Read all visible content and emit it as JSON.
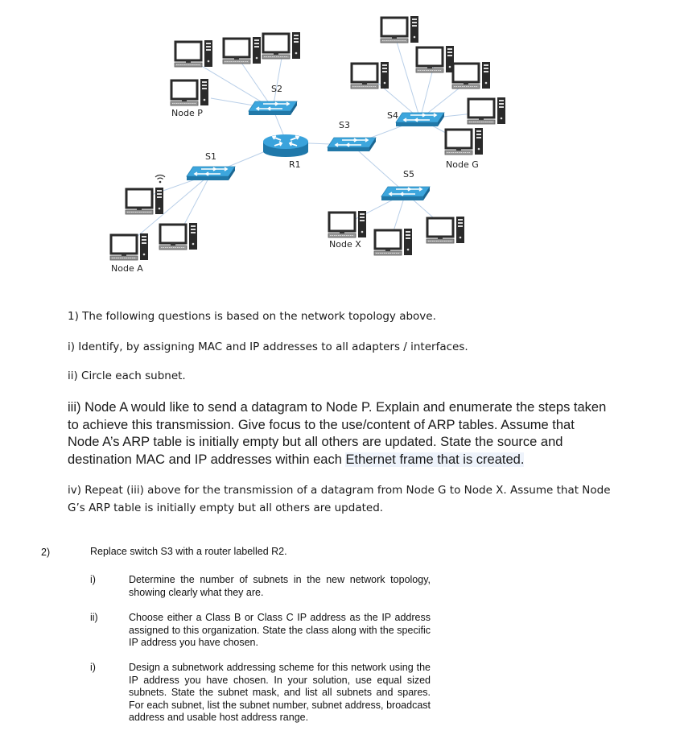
{
  "diagram": {
    "labels": {
      "s1": "S1",
      "s2": "S2",
      "s3": "S3",
      "s4": "S4",
      "s5": "S5",
      "r1": "R1",
      "node_p": "Node P",
      "node_a": "Node A",
      "node_x": "Node X",
      "node_g": "Node G"
    },
    "colors": {
      "switch": "#3da6dd",
      "router": "#2f9bd6",
      "link": "#b9cfe8"
    }
  },
  "q1": {
    "intro": "1) The following questions is based on the network topology above.",
    "i": "i) Identify, by assigning MAC and IP addresses to all adapters / interfaces.",
    "ii": "ii) Circle each subnet.",
    "iii_main": "iii) Node A would like to send a datagram to Node P. Explain and enumerate  the steps taken to achieve this transmission. Give focus to the use/content of ARP tables. Assume that Node A’s ARP table is initially empty but all others are updated. State the source and destination MAC and IP addresses within each ",
    "iii_highlight": "Ethernet frame that is created.",
    "iv": "iv) Repeat (iii) above for the transmission of a datagram from Node G to Node X. Assume that Node G’s ARP table is initially empty but all others are updated."
  },
  "q2": {
    "number": "2)",
    "intro": "Replace switch S3 with a router labelled R2.",
    "items": [
      {
        "num": "i)",
        "text": "Determine the number of subnets in the new network topology, showing clearly what they are."
      },
      {
        "num": "ii)",
        "text": "Choose either a Class B or Class C IP address as the IP address assigned to this organization. State the class along with the specific IP address you have chosen."
      },
      {
        "num": "i)",
        "text": "Design a subnetwork addressing scheme for this network using the IP address you have chosen. In your solution, use equal sized subnets. State the subnet mask, and list all subnets and spares. For each subnet, list the subnet number, subnet address, broadcast address and usable host address range."
      }
    ]
  }
}
